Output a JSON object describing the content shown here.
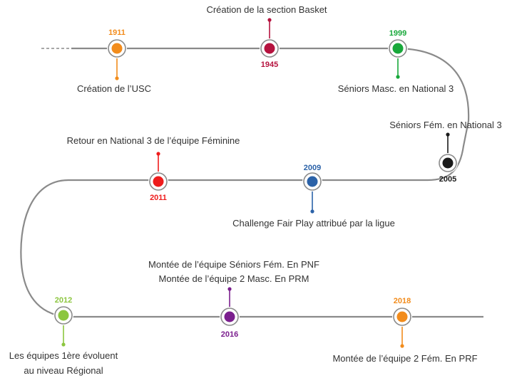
{
  "events": [
    {
      "year": "1911",
      "color": "#f28c1c",
      "label_lines": [
        "Création de l’USC"
      ]
    },
    {
      "year": "1945",
      "color": "#b5123e",
      "label_lines": [
        "Création de la section Basket"
      ]
    },
    {
      "year": "1999",
      "color": "#18a83a",
      "label_lines": [
        "Séniors Masc. en National 3"
      ]
    },
    {
      "year": "2005",
      "color": "#1a1a1a",
      "label_lines": [
        "Séniors Fém. en National 3"
      ]
    },
    {
      "year": "2009",
      "color": "#2b62a8",
      "label_lines": [
        "Challenge Fair Play attribué par la ligue"
      ]
    },
    {
      "year": "2011",
      "color": "#ee1c1c",
      "label_lines": [
        "Retour en National 3 de l’équipe Féminine"
      ]
    },
    {
      "year": "2012",
      "color": "#8cc63f",
      "label_lines": [
        "Les équipes 1ère évoluent",
        "au niveau Régional"
      ]
    },
    {
      "year": "2016",
      "color": "#7b1f8e",
      "label_lines": [
        "Montée de l’équipe Séniors Fém. En PNF",
        "Montée de l’équipe 2 Masc. En PRM"
      ]
    },
    {
      "year": "2018",
      "color": "#f28c1c",
      "label_lines": [
        "Montée de l’équipe 2 Fém. En PRF"
      ]
    }
  ]
}
